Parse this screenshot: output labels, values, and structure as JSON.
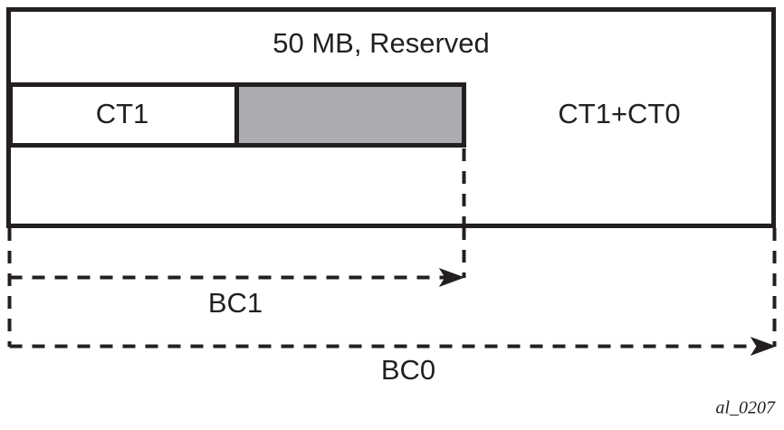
{
  "diagram": {
    "title_label": "50 MB, Reserved",
    "caption": "al_0207",
    "colors": {
      "stroke": "#231f20",
      "shaded_fill": "#aaacaf",
      "background": "#ffffff",
      "text": "#231f20"
    },
    "outer_block": {
      "name": "reserved-memory-block",
      "label": "50 MB, Reserved"
    },
    "segments": [
      {
        "id": "ct1",
        "label": "CT1",
        "fill": "white"
      },
      {
        "id": "ct1-shaded",
        "label": "",
        "fill": "gray"
      },
      {
        "id": "ct1-plus-ct0",
        "label": "CT1+CT0",
        "fill": "white"
      }
    ],
    "measure_arrows": [
      {
        "id": "bc1",
        "label": "BC1"
      },
      {
        "id": "bc0",
        "label": "BC0"
      }
    ]
  }
}
